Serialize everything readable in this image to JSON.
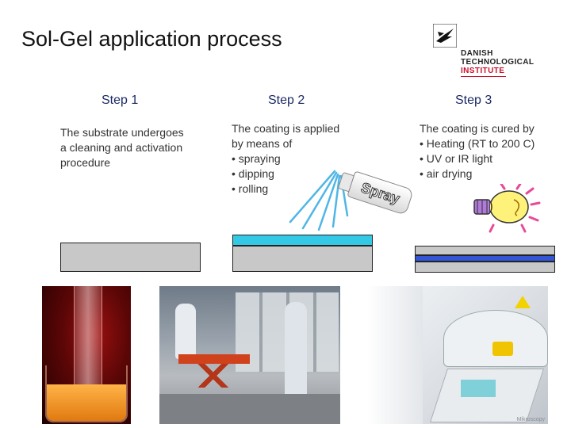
{
  "slide": {
    "title": "Sol-Gel application process",
    "logo": {
      "line1": "DANISH",
      "line2": "TECHNOLOGICAL",
      "line3": "INSTITUTE",
      "accent_color": "#c8102e",
      "icon": "bird-logo-icon"
    },
    "steps": [
      {
        "heading": "Step 1",
        "lines": [
          "The substrate undergoes",
          "a cleaning and activation",
          "procedure"
        ]
      },
      {
        "heading": "Step 2",
        "lines": [
          "The coating is applied",
          "by means of",
          "• spraying",
          "• dipping",
          "• rolling"
        ],
        "spray_can_label": "Spray"
      },
      {
        "heading": "Step 3",
        "lines": [
          "The coating is cured by",
          "•  Heating (RT to 200 C)",
          "•  UV or IR light",
          "•  air drying"
        ],
        "icon": "light-bulb-icon"
      }
    ],
    "colors": {
      "substrate": "#c8c8c8",
      "coating_cyan": "#33c8e6",
      "coating_blue": "#3355d6",
      "heading": "#1c2a66"
    },
    "photo_watermark": "Mikroscopy"
  }
}
